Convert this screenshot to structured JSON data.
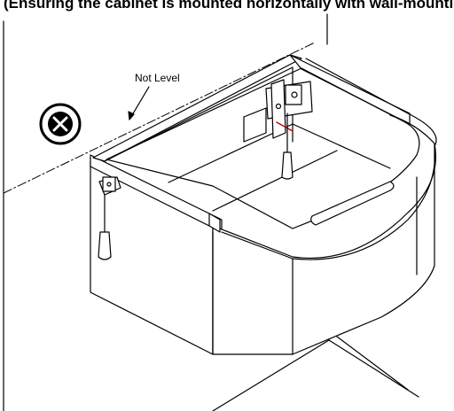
{
  "header": {
    "visible_text": "(Ensuring the cabinet is mounted horizontally with wall-mounting"
  },
  "figure": {
    "callout_label": "Not Level",
    "status_icon": "error-x-icon",
    "tools": [
      "screwdriver-icon",
      "screwdriver-icon"
    ],
    "parts": [
      "wall-bracket",
      "mounting-hanger",
      "vanity-cabinet",
      "drawer-pull"
    ]
  }
}
